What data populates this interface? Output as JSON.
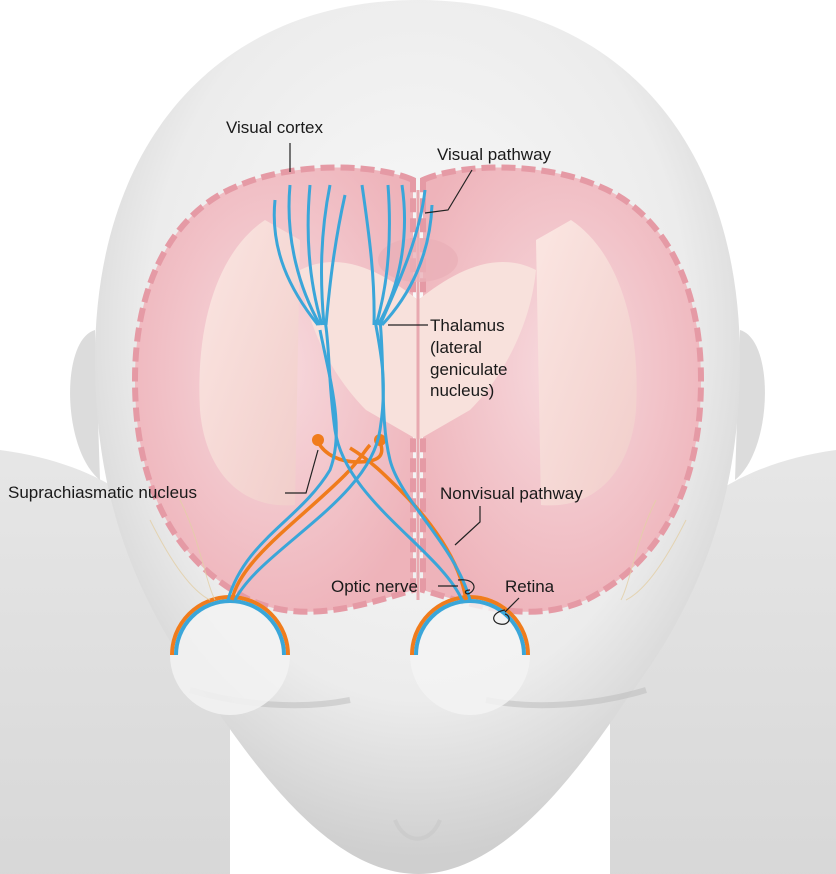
{
  "labels": {
    "visual_cortex": "Visual cortex",
    "visual_pathway": "Visual pathway",
    "thalamus_line1": "Thalamus",
    "thalamus_line2": "(lateral",
    "thalamus_line3": "geniculate",
    "thalamus_line4": "nucleus)",
    "suprachiasmatic_nucleus": "Suprachiasmatic nucleus",
    "nonvisual_pathway": "Nonvisual pathway",
    "optic_nerve": "Optic nerve",
    "retina": "Retina"
  },
  "colors": {
    "visual_pathway": "#3aa6d9",
    "nonvisual_pathway": "#f07c1c",
    "brain_tissue": "#f3c3c8",
    "head": "#eeeeee",
    "leader_line": "#222222"
  }
}
